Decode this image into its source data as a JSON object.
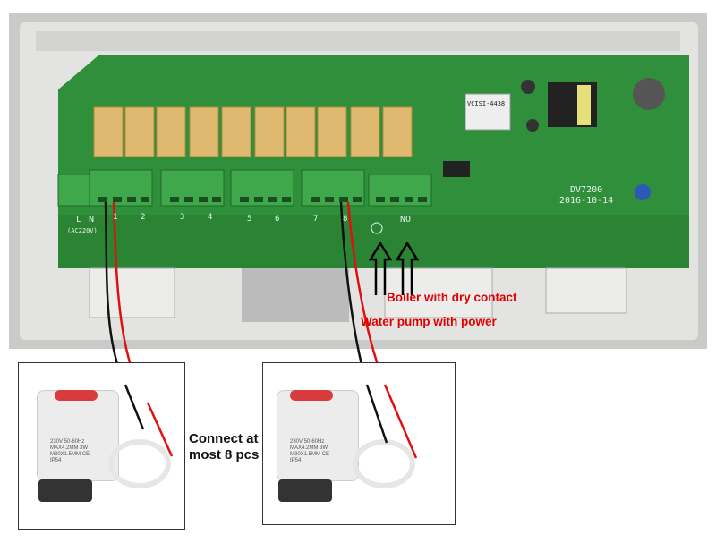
{
  "board": {
    "model": "DV7200",
    "date": "2016-10-14",
    "module_label": "VCISI-4438",
    "power_L": "L",
    "power_N": "N",
    "power_voltage": "(AC220V)",
    "no_label": "NO",
    "zones": [
      "1",
      "2",
      "3",
      "4",
      "5",
      "6",
      "7",
      "8"
    ]
  },
  "annotations": {
    "boiler": "Boiler with dry contact",
    "pump": "Water pump with power",
    "connect_line1": "Connect at",
    "connect_line2": "most 8 pcs"
  },
  "actuator": {
    "voltage": "230V",
    "freq": "50-60Hz",
    "stroke": "MAX4.2MM",
    "power": "3W",
    "thread": "M30X1.5MM",
    "ip": "IP54",
    "mark": "CE"
  },
  "colors": {
    "pcb": "#2f8f3a",
    "wire_live": "#e01010",
    "wire_neutral": "#111111",
    "label": "#e00000"
  }
}
